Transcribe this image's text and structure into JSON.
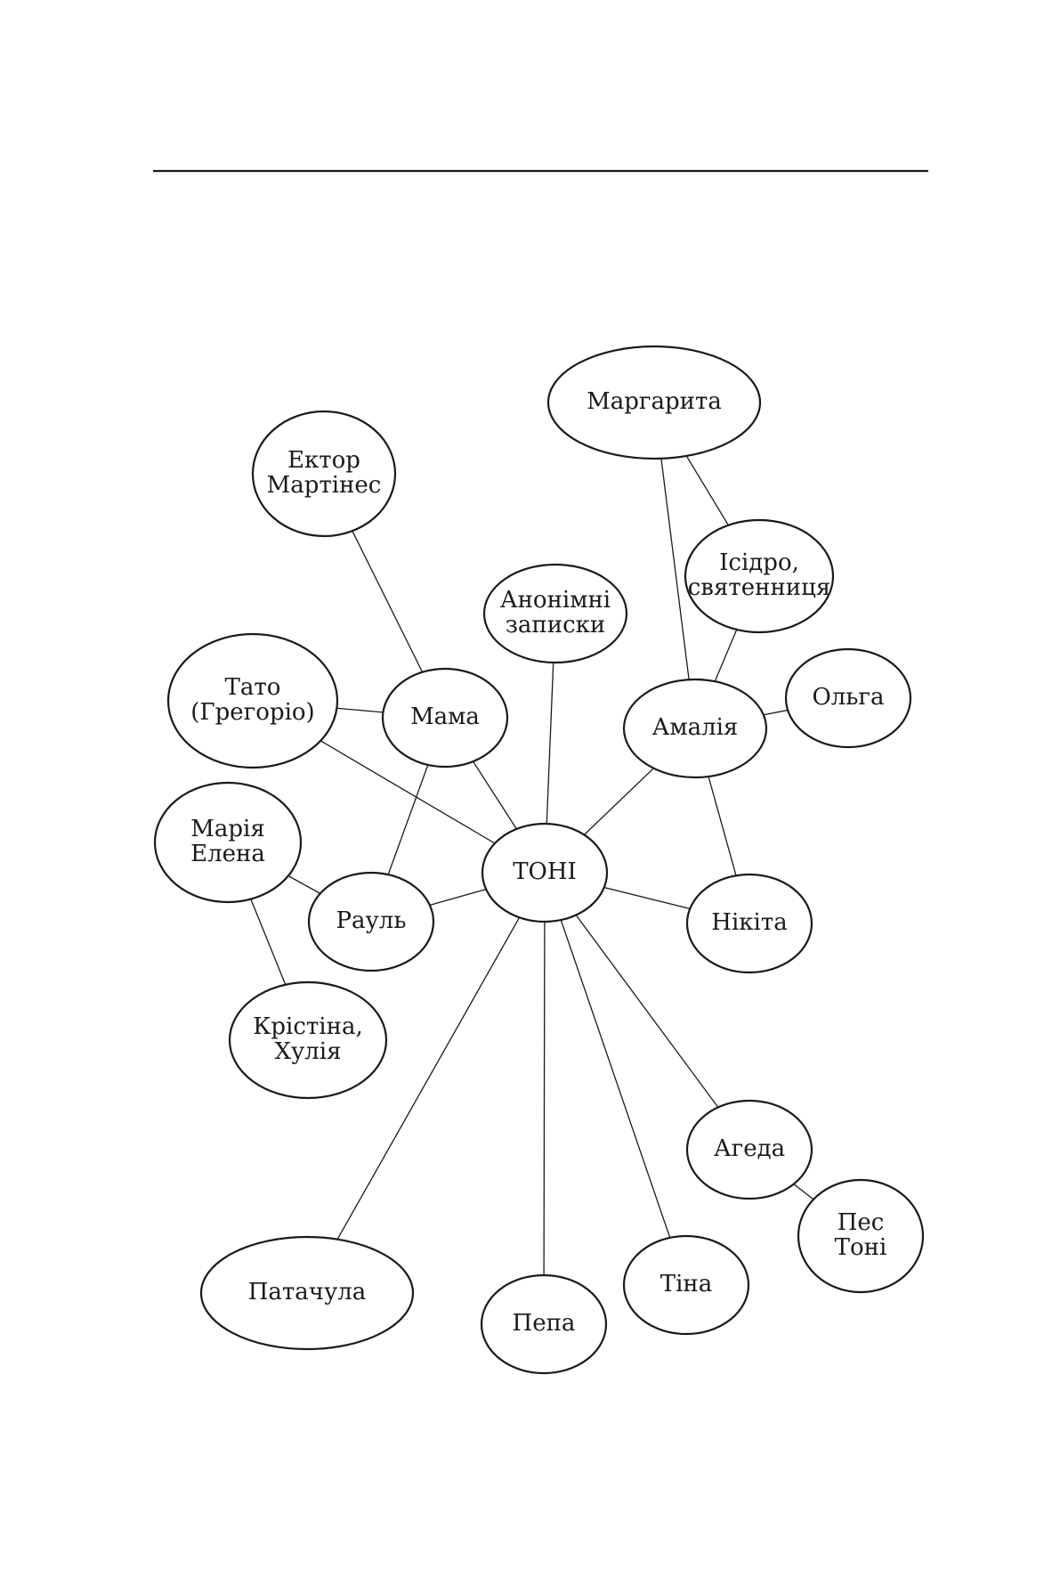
{
  "diagram": {
    "nodes": [
      {
        "id": "toni",
        "lines": [
          "ТОНІ"
        ]
      },
      {
        "id": "margarita",
        "lines": [
          "Маргарита"
        ]
      },
      {
        "id": "ektor",
        "lines": [
          "Ектор",
          "Мартінес"
        ]
      },
      {
        "id": "isidro",
        "lines": [
          "Ісідро,",
          "святенниця"
        ]
      },
      {
        "id": "anonymous",
        "lines": [
          "Анонімні",
          "записки"
        ]
      },
      {
        "id": "tato",
        "lines": [
          "Тато",
          "(Грегоріо)"
        ]
      },
      {
        "id": "mama",
        "lines": [
          "Мама"
        ]
      },
      {
        "id": "amalia",
        "lines": [
          "Амалія"
        ]
      },
      {
        "id": "olga",
        "lines": [
          "Ольга"
        ]
      },
      {
        "id": "maria",
        "lines": [
          "Марія",
          "Елена"
        ]
      },
      {
        "id": "raul",
        "lines": [
          "Рауль"
        ]
      },
      {
        "id": "nikita",
        "lines": [
          "Нікіта"
        ]
      },
      {
        "id": "kristina",
        "lines": [
          "Крістіна,",
          "Хулія"
        ]
      },
      {
        "id": "ageda",
        "lines": [
          "Агеда"
        ]
      },
      {
        "id": "dog",
        "lines": [
          "Пес",
          "Тоні"
        ]
      },
      {
        "id": "patachula",
        "lines": [
          "Патачула"
        ]
      },
      {
        "id": "pepa",
        "lines": [
          "Пепа"
        ]
      },
      {
        "id": "tina",
        "lines": [
          "Тіна"
        ]
      }
    ],
    "edges": [
      [
        "ektor",
        "mama"
      ],
      [
        "margarita",
        "amalia"
      ],
      [
        "margarita",
        "isidro"
      ],
      [
        "isidro",
        "amalia"
      ],
      [
        "anonymous",
        "toni"
      ],
      [
        "tato",
        "mama"
      ],
      [
        "tato",
        "toni"
      ],
      [
        "mama",
        "toni"
      ],
      [
        "mama",
        "raul"
      ],
      [
        "amalia",
        "olga"
      ],
      [
        "amalia",
        "toni"
      ],
      [
        "amalia",
        "nikita"
      ],
      [
        "maria",
        "raul"
      ],
      [
        "maria",
        "kristina"
      ],
      [
        "raul",
        "toni"
      ],
      [
        "toni",
        "nikita"
      ],
      [
        "toni",
        "ageda"
      ],
      [
        "toni",
        "tina"
      ],
      [
        "toni",
        "pepa"
      ],
      [
        "toni",
        "patachula"
      ],
      [
        "ageda",
        "dog"
      ]
    ]
  }
}
